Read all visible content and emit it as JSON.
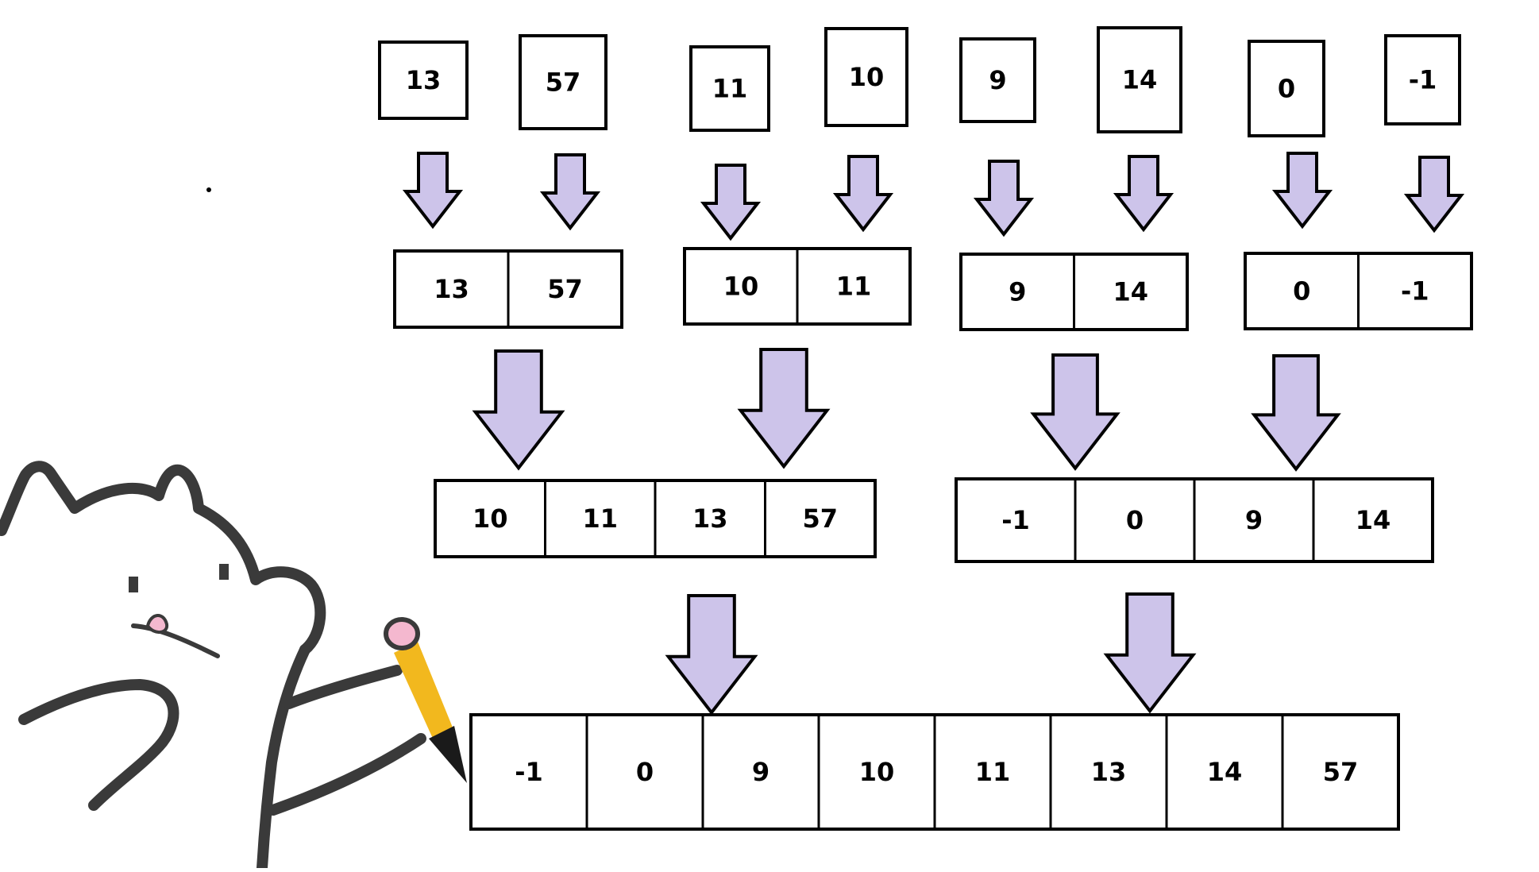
{
  "diagram": {
    "type": "merge-sort",
    "arrow_color": "#cdc4ea",
    "line_color": "#000000",
    "mascot_color": "#3a3a3a",
    "pencil_color": "#f2b81e",
    "eraser_color": "#f4b8cf",
    "level0": [
      [
        "13"
      ],
      [
        "57"
      ],
      [
        "11"
      ],
      [
        "10"
      ],
      [
        "9"
      ],
      [
        "14"
      ],
      [
        "0"
      ],
      [
        "-1"
      ]
    ],
    "level1": [
      [
        "13",
        "57"
      ],
      [
        "10",
        "11"
      ],
      [
        "9",
        "14"
      ],
      [
        "0",
        "-1"
      ]
    ],
    "level2": [
      [
        "10",
        "11",
        "13",
        "57"
      ],
      [
        "-1",
        "0",
        "9",
        "14"
      ]
    ],
    "level3": [
      [
        "-1",
        "0",
        "9",
        "10",
        "11",
        "13",
        "14",
        "57"
      ]
    ]
  }
}
